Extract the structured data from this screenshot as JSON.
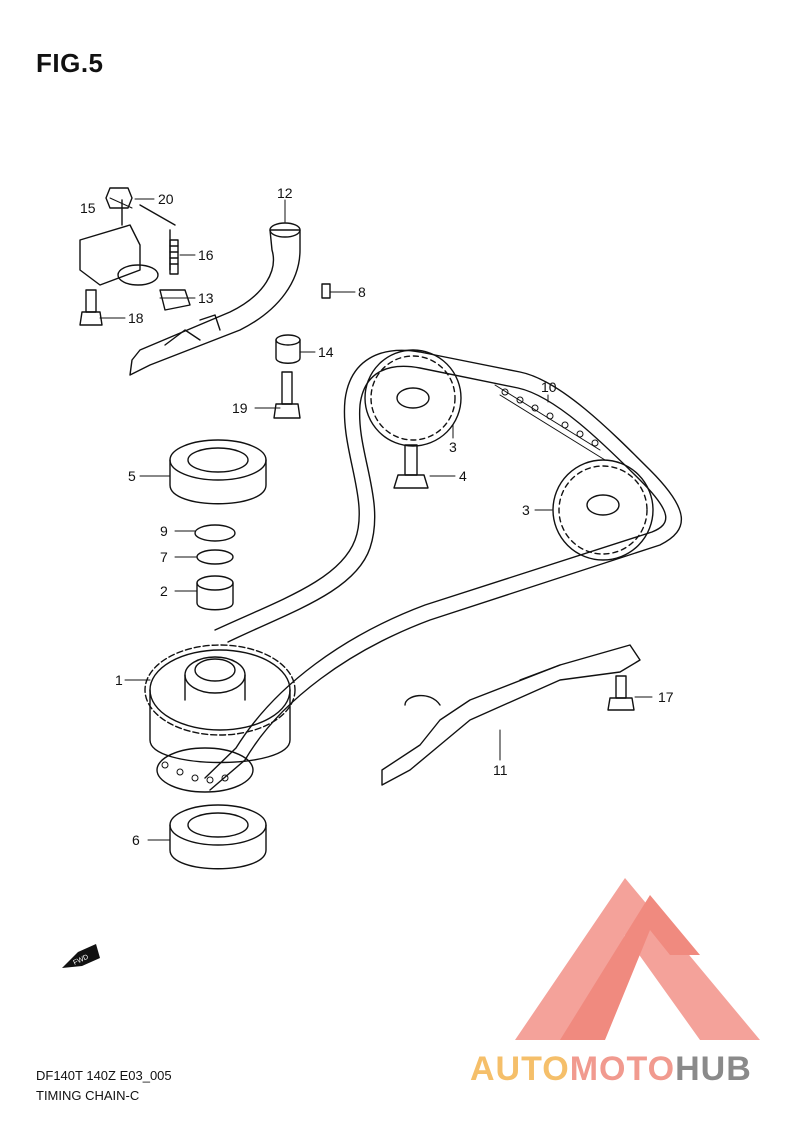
{
  "figure": {
    "title": "FIG.5"
  },
  "footer": {
    "code": "DF140T 140Z E03_005",
    "name": "TIMING CHAIN-C"
  },
  "fwd": {
    "label": "FWD"
  },
  "watermark": {
    "part1": "AUTO",
    "part2": "MOTO",
    "part3": "HUB",
    "colors": {
      "auto": "#f5bf6a",
      "moto": "#f19a8f",
      "hub": "#8a8a8a",
      "logo": "#f19a8f"
    }
  },
  "callouts": {
    "c1": "1",
    "c2": "2",
    "c3a": "3",
    "c3b": "3",
    "c4": "4",
    "c5": "5",
    "c6": "6",
    "c7": "7",
    "c8": "8",
    "c9": "9",
    "c10": "10",
    "c11": "11",
    "c12": "12",
    "c13": "13",
    "c14": "14",
    "c15": "15",
    "c16": "16",
    "c17": "17",
    "c18": "18",
    "c19": "19",
    "c20": "20"
  }
}
